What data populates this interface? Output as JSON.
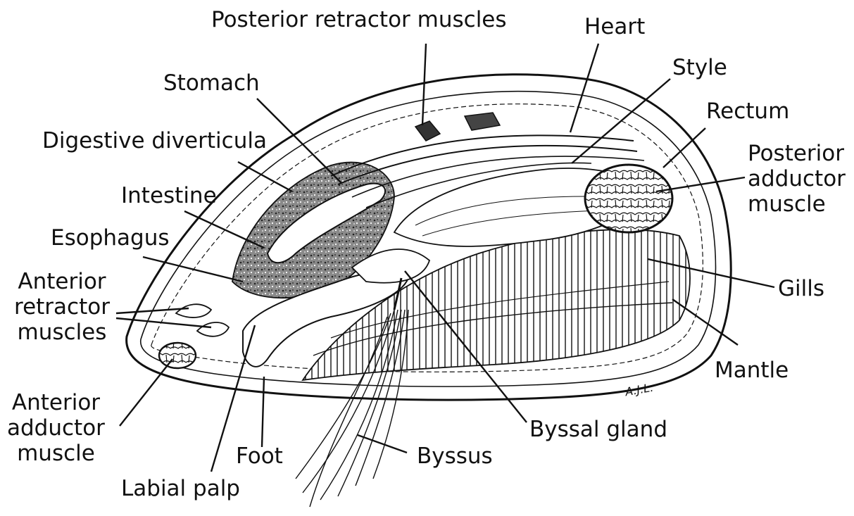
{
  "labels": {
    "posterior_retractor_muscles": "Posterior retractor muscles",
    "heart": "Heart",
    "style": "Style",
    "stomach": "Stomach",
    "rectum": "Rectum",
    "digestive_diverticula": "Digestive diverticula",
    "posterior_adductor_muscle": [
      "Posterior",
      "adductor",
      "muscle"
    ],
    "intestine": "Intestine",
    "esophagus": "Esophagus",
    "anterior_retractor_muscles": [
      "Anterior",
      "retractor",
      "muscles"
    ],
    "gills": "Gills",
    "mantle": "Mantle",
    "anterior_adductor_muscle": [
      "Anterior",
      "adductor",
      "muscle"
    ],
    "foot": "Foot",
    "byssal_gland": "Byssal gland",
    "byssus": "Byssus",
    "labial_palp": "Labial palp",
    "signature": "A.J.L."
  },
  "colors": {
    "ink": "#111111",
    "paper": "#ffffff",
    "stipple": "#5a5a5a"
  }
}
